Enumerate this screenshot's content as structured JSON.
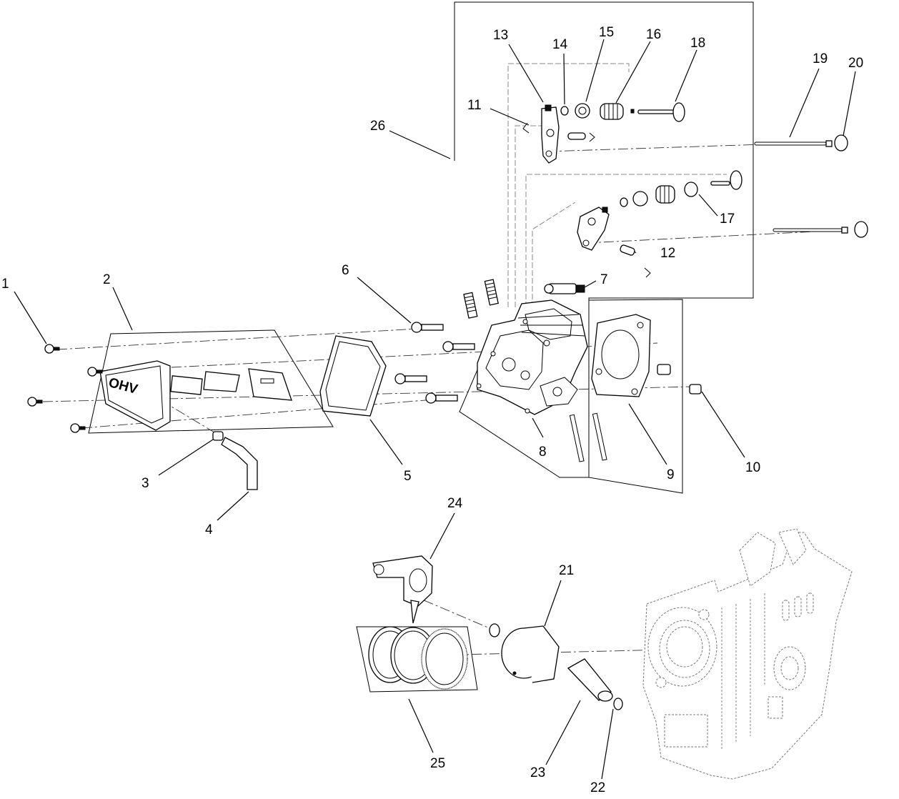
{
  "diagram": {
    "callouts": [
      "1",
      "2",
      "3",
      "4",
      "5",
      "6",
      "7",
      "8",
      "9",
      "10",
      "11",
      "12",
      "13",
      "14",
      "15",
      "16",
      "17",
      "18",
      "19",
      "20",
      "21",
      "22",
      "23",
      "24",
      "25",
      "26"
    ],
    "cover_text": "OHV"
  }
}
